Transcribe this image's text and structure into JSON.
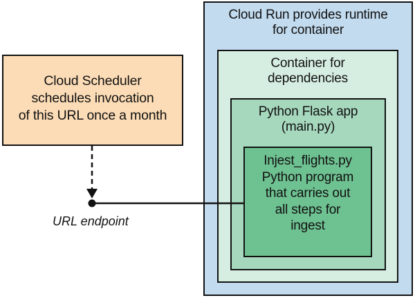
{
  "nodes": {
    "scheduler": "Cloud Scheduler\nschedules invocation\nof this URL once a month",
    "cloud_run": "Cloud Run provides runtime\nfor container",
    "container": "Container for\ndependencies",
    "flask_app": "Python Flask app\n(main.py)",
    "ingest": "Injest_flights.py\nPython program\nthat carries out\nall steps for\ningest"
  },
  "endpoint": {
    "label": "URL endpoint"
  },
  "colors": {
    "scheduler_fill": "#fcdcb6",
    "cloud_run_fill": "#c2dbef",
    "container_fill": "#d6eee2",
    "flask_fill": "#a6d8bd",
    "ingest_fill": "#6ec191",
    "stroke": "#111111"
  }
}
